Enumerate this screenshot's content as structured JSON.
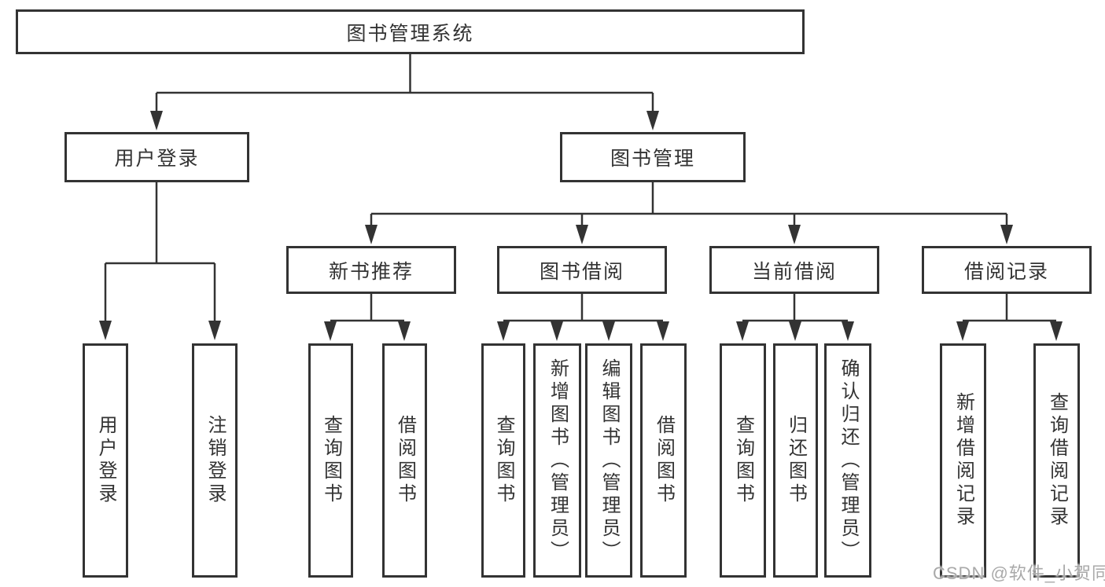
{
  "title": "图书管理系统",
  "tree": {
    "root": "图书管理系统",
    "branches": [
      {
        "label": "用户登录",
        "children": [
          "用户登录",
          "注销登录"
        ]
      },
      {
        "label": "图书管理",
        "sections": [
          {
            "label": "新书推荐",
            "children": [
              "查询图书",
              "借阅图书"
            ]
          },
          {
            "label": "图书借阅",
            "children": [
              "查询图书",
              "新增图书（管理员）",
              "编辑图书（管理员）",
              "借阅图书"
            ]
          },
          {
            "label": "当前借阅",
            "children": [
              "查询图书",
              "归还图书",
              "确认归还（管理员）"
            ]
          },
          {
            "label": "借阅记录",
            "children": [
              "新增借阅记录",
              "查询借阅记录"
            ]
          }
        ]
      }
    ]
  },
  "watermark": "CSDN @软件_小贺同学",
  "colors": {
    "line": "#333333",
    "box_border": "#333333",
    "text": "#333333",
    "watermark": "#a9a9a9",
    "background": "#ffffff"
  }
}
